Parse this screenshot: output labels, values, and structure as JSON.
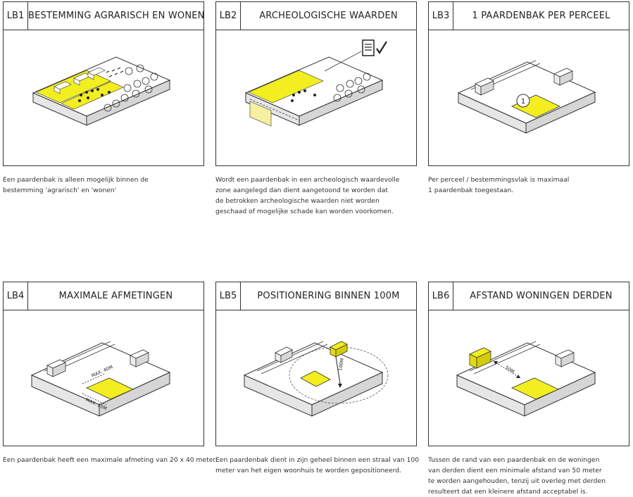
{
  "panels": [
    {
      "id": "LB1",
      "title": "BESTEMMING AGRARISCH EN WONEN",
      "caption": [
        "Een paardenbak is alleen mogelijk binnen de",
        "bestemming 'agrarisch' en 'wonen'"
      ]
    },
    {
      "id": "LB2",
      "title": "ARCHEOLOGISCHE WAARDEN",
      "caption": [
        "Wordt een paardenbak in een archeologisch waardevolle",
        "zone aangelegd dan dient aangetoond te worden dat",
        "de betrokken archeologische waarden niet worden",
        "geschaad of mogelijke schade kan worden voorkomen."
      ]
    },
    {
      "id": "LB3",
      "title": "1 PAARDENBAK PER PERCEEL",
      "caption": [
        "Per perceel / bestemmingsvlak is maximaal",
        "1 paardenbak toegestaan."
      ],
      "marker": "1"
    },
    {
      "id": "LB4",
      "title": "MAXIMALE AFMETINGEN",
      "caption": [
        "Een paardenbak heeft een maximale afmeting van 20 x 40 meter."
      ],
      "dim_long": "MAX. 40M",
      "dim_short": "MAX. 20M"
    },
    {
      "id": "LB5",
      "title": "POSITIONERING BINNEN 100M",
      "caption": [
        "Een paardenbak dient in zijn geheel binnen een straal van 100",
        "meter van het eigen woonhuis te worden gepositioneerd."
      ],
      "radius_label": "100M"
    },
    {
      "id": "LB6",
      "title": "AFSTAND WONINGEN DERDEN",
      "caption": [
        "Tussen de rand van een paardenbak en de woningen",
        "van derden dient een minimale afstand van 50 meter",
        "te worden aangehouden, tenzij uit overleg met derden",
        "resulteert dat een kleinere afstand acceptabel is."
      ],
      "distance_label": "50M"
    }
  ],
  "colors": {
    "highlight": "#f2ee1f",
    "line": "#333333",
    "block_top": "#ffffff",
    "block_side": "#eeeeee",
    "block_front": "#dcdcdc"
  }
}
